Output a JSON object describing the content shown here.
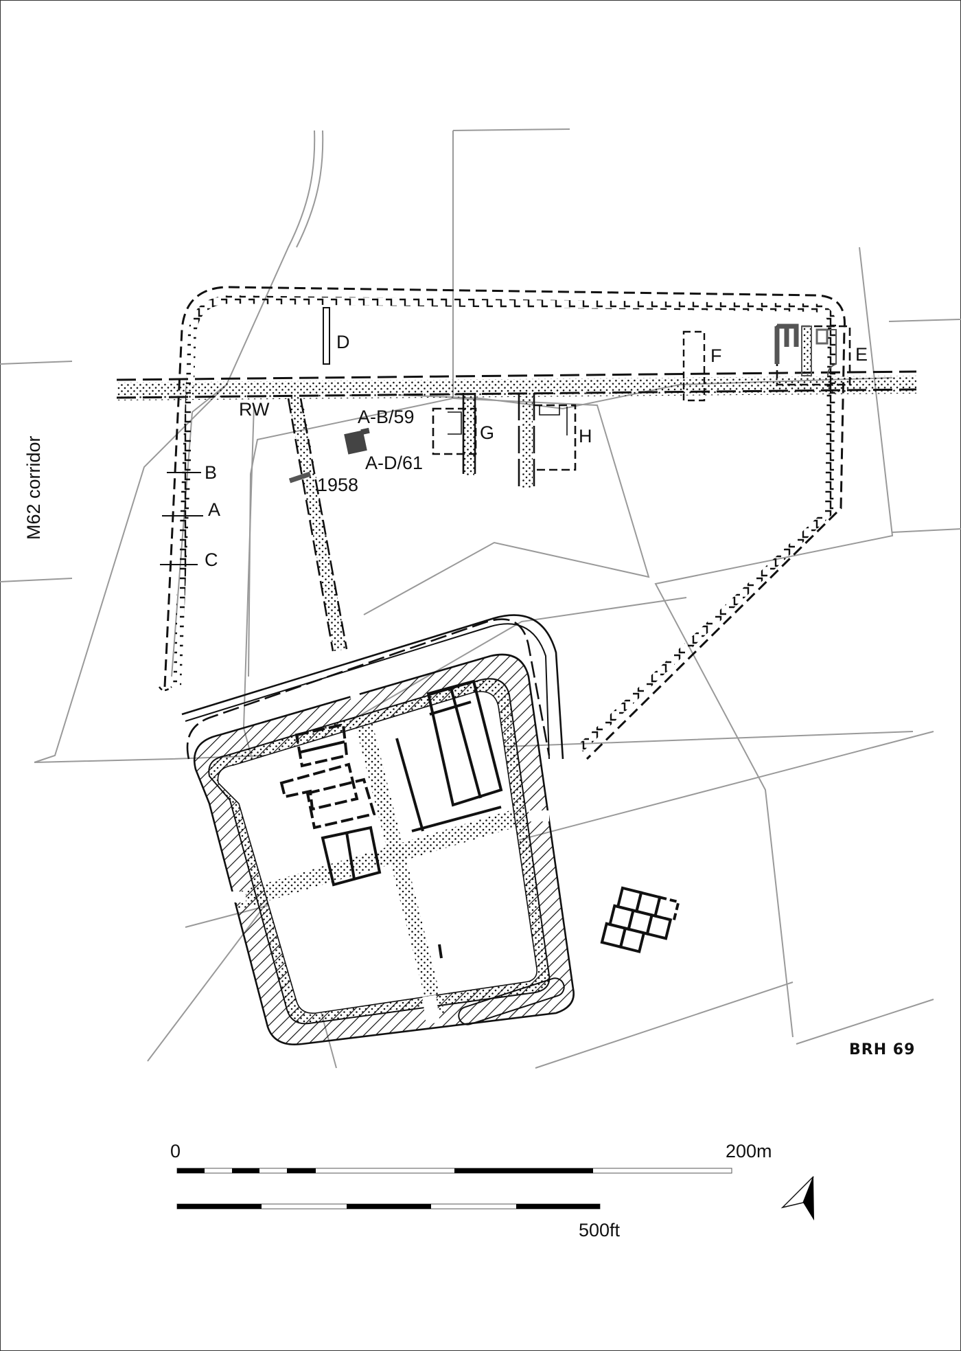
{
  "map": {
    "side_label": "M62 corridor",
    "reference": "BRH 69",
    "labels": {
      "D": "D",
      "RW": "RW",
      "AB59": "A-B/59",
      "AD61": "A-D/61",
      "G": "G",
      "H": "H",
      "F": "F",
      "E": "E",
      "B": "B",
      "A": "A",
      "C": "C",
      "y1958": "1958"
    },
    "colors": {
      "ink": "#111111",
      "field_boundary": "#999999",
      "excavated_fill": "#444444"
    }
  },
  "scale": {
    "metric_start": "0",
    "metric_end": "200m",
    "imperial_end": "500ft"
  },
  "north_arrow": {
    "icon": "north-arrow-icon"
  }
}
